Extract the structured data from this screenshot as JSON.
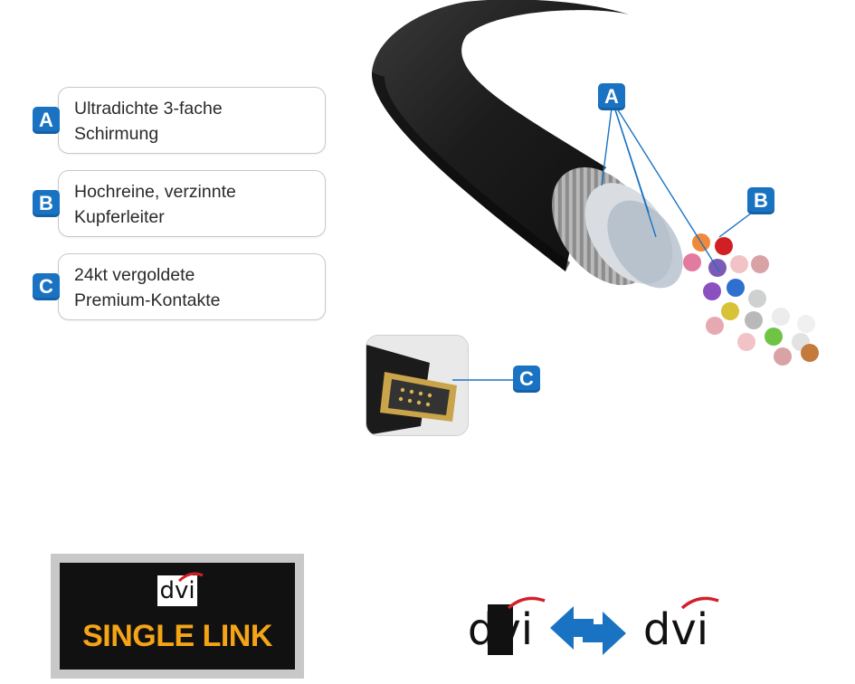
{
  "features": [
    {
      "badge": "A",
      "line1": "Ultradichte 3-fache",
      "line2": "Schirmung"
    },
    {
      "badge": "B",
      "line1": "Hochreine, verzinnte",
      "line2": "Kupferleiter"
    },
    {
      "badge": "C",
      "line1": "24kt vergoldete",
      "line2": "Premium-Kontakte"
    }
  ],
  "callouts": {
    "a": "A",
    "b": "B",
    "c": "C"
  },
  "logo": {
    "mark": "dvi",
    "title": "SINGLE LINK"
  },
  "compat": {
    "left_mark": "dvi",
    "right_mark": "dvi"
  },
  "colors": {
    "accent_blue": "#1a73c2",
    "logo_orange": "#f4a416",
    "dvi_red": "#d2202a"
  }
}
